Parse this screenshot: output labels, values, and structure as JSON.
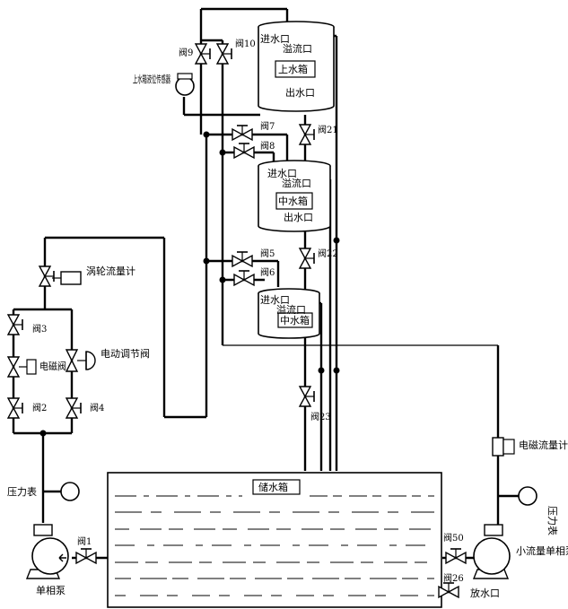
{
  "tanks": {
    "upper": {
      "name": "上水箱",
      "inlet": "进水口",
      "overflow": "溢流口",
      "outlet": "出水口"
    },
    "middle": {
      "name": "中水箱",
      "inlet": "进水口",
      "overflow": "溢流口",
      "outlet": "出水口"
    },
    "lower": {
      "name": "中水箱",
      "inlet": "进水口",
      "overflow": "溢流口"
    },
    "storage": {
      "name": "储水箱"
    }
  },
  "valves": {
    "v1": "阀1",
    "v2": "阀2",
    "v3": "阀3",
    "v4": "阀4",
    "v5": "阀5",
    "v6": "阀6",
    "v7": "阀7",
    "v8": "阀8",
    "v9": "阀9",
    "v10": "阀10",
    "v21": "阀21",
    "v22": "阀22",
    "v23": "阀23",
    "v26": "阀26",
    "v50": "阀50"
  },
  "instruments": {
    "level_sensor": "上水箱液位传感器",
    "turbine_flowmeter": "涡轮流量计",
    "solenoid_valve": "电磁阀",
    "electric_valve": "电动调节阀",
    "em_flowmeter": "电磁流量计",
    "pressure_gauge_left": "压力表",
    "pressure_gauge_right": "压力表"
  },
  "pumps": {
    "left": "单相泵",
    "right": "小流量单相泵"
  },
  "drain": "放水口"
}
